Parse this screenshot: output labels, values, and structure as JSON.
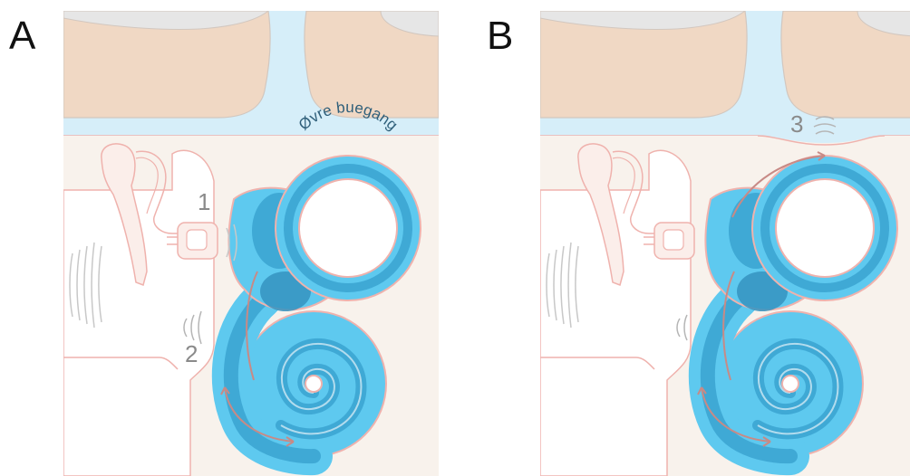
{
  "panels": [
    {
      "letter": "A",
      "label_1": "1",
      "label_2": "2",
      "canal_label": "Øvre buegang"
    },
    {
      "letter": "B",
      "label_3": "3"
    }
  ],
  "colors": {
    "fluid": "#d6eef9",
    "bone_top": "#f0d8c4",
    "bone_gray": "#e6e6e6",
    "tissue": "#f8f2ec",
    "outline": "#efb2ad",
    "labyrinth_outer": "#5ec9ef",
    "labyrinth_inner": "#3fa9d5",
    "labyrinth_dark": "#3593bf",
    "sound_wave": "#c0c0c0"
  }
}
